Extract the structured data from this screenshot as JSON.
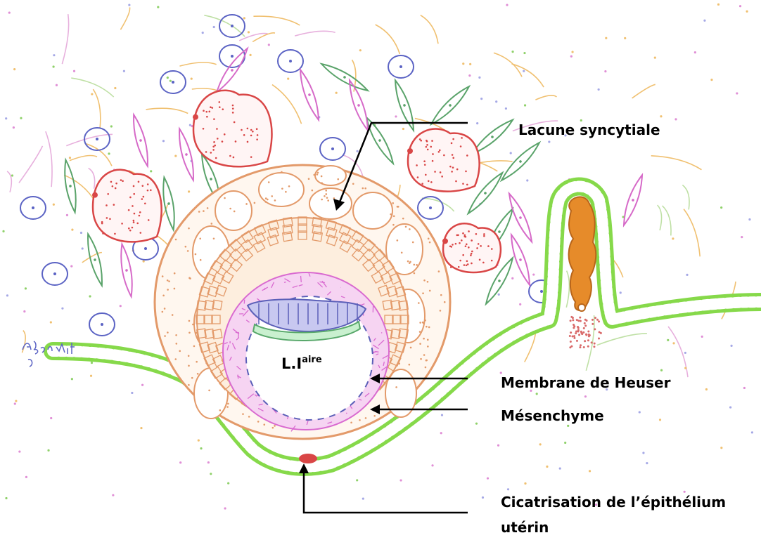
{
  "labels": {
    "lacune": "Lacune syncytiale",
    "heuser": "Membrane de Heuser",
    "mesenchyme": "Mésenchyme",
    "cicatrisation_line1": "Cicatrisation de l’épithélium",
    "cicatrisation_line2": "utérin",
    "lumen_main": "L.I",
    "lumen_sup": "aire"
  },
  "signature_text": "ABenMat",
  "colors": {
    "epithelium": "#86d94a",
    "syncytium": "#e39a6a",
    "mesenchyme": "#d96ad0",
    "ectoblast": "#5b5fb8",
    "endoblast": "#59a86b",
    "blood_lake": "#d94646",
    "gland_secretion": "#e68b2a",
    "stroma_cell": "#5b63c4",
    "fibroblast_green": "#5aa36a",
    "fibroblast_pink": "#d66ac8",
    "fiber": "#f0c070"
  }
}
